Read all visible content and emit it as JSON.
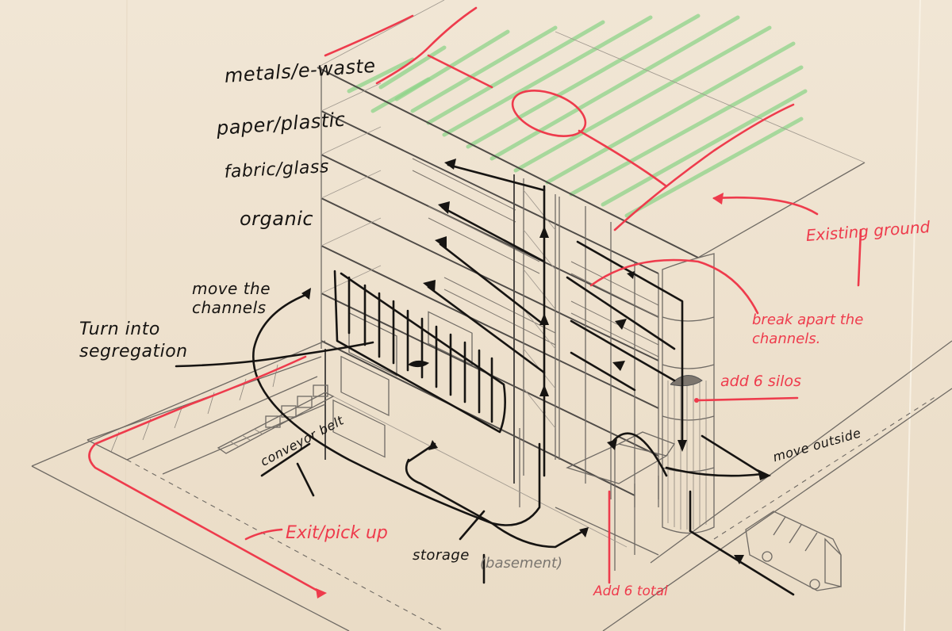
{
  "sketch": {
    "description": "Hand-drawn axonometric section of a waste segregation facility with annotations",
    "colors": {
      "paper": "#efe3d1",
      "pencil": "#6f6a64",
      "black_ink": "#161412",
      "red_ink": "#ee3b4c",
      "green_roof_hatch": "#8fd48a"
    },
    "floor_labels": [
      {
        "id": "metals",
        "text": "metals/e-waste"
      },
      {
        "id": "paper",
        "text": "paper/plastic"
      },
      {
        "id": "fabric",
        "text": "fabric/glass"
      },
      {
        "id": "organic",
        "text": "organic"
      }
    ],
    "black_annotations": {
      "move_channels": "move the channels",
      "turn_into": "Turn into segregation",
      "conveyor": "conveyor belt",
      "storage": "storage",
      "move_outside": "move outside"
    },
    "grey_annotations": {
      "basement": "(basement)"
    },
    "red_annotations": {
      "existing_ground": "Existing ground",
      "break_apart": "break apart the channels.",
      "add_silos": "add 6 silos",
      "exit_pickup": "Exit/pick up",
      "add_total": "Add 6 total"
    },
    "drawn_elements": [
      "multi-storey-sorting-building",
      "green-roof-hatching",
      "circulation-arrows",
      "vertical-lift-core",
      "silo-cylinder",
      "conveyor-belt",
      "garbage-truck",
      "basement-ramp"
    ]
  }
}
